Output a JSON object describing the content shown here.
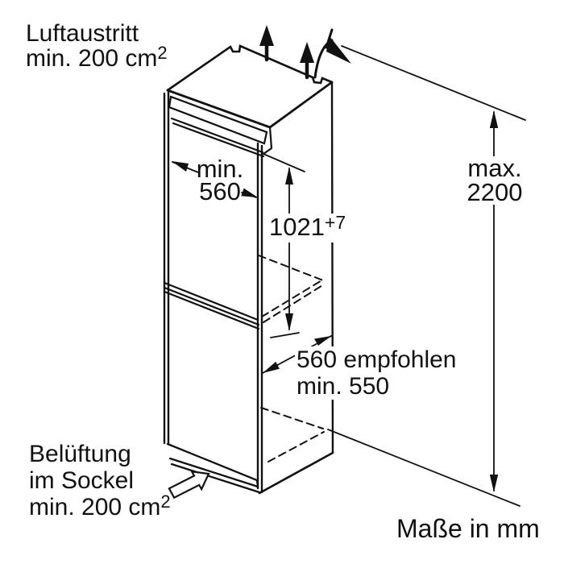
{
  "labels": {
    "air_outlet": {
      "line1": "Luftaustritt",
      "line2": "min. 200 cm",
      "sup": "2"
    },
    "base_vent": {
      "line1": "Belüftung",
      "line2": "im Sockel",
      "line3": "min. 200 cm",
      "sup": "2"
    },
    "units_note": "Maße in mm"
  },
  "dimensions": {
    "niche_width": {
      "line1": "min.",
      "line2": "560"
    },
    "niche_height": {
      "value": "1021",
      "tolerance": "+7"
    },
    "overall_height": {
      "line1": "max.",
      "line2": "2200"
    },
    "depth": {
      "line1": "560 empfohlen",
      "line2": "min. 550"
    }
  },
  "colors": {
    "line": "#111111",
    "background": "#ffffff"
  }
}
